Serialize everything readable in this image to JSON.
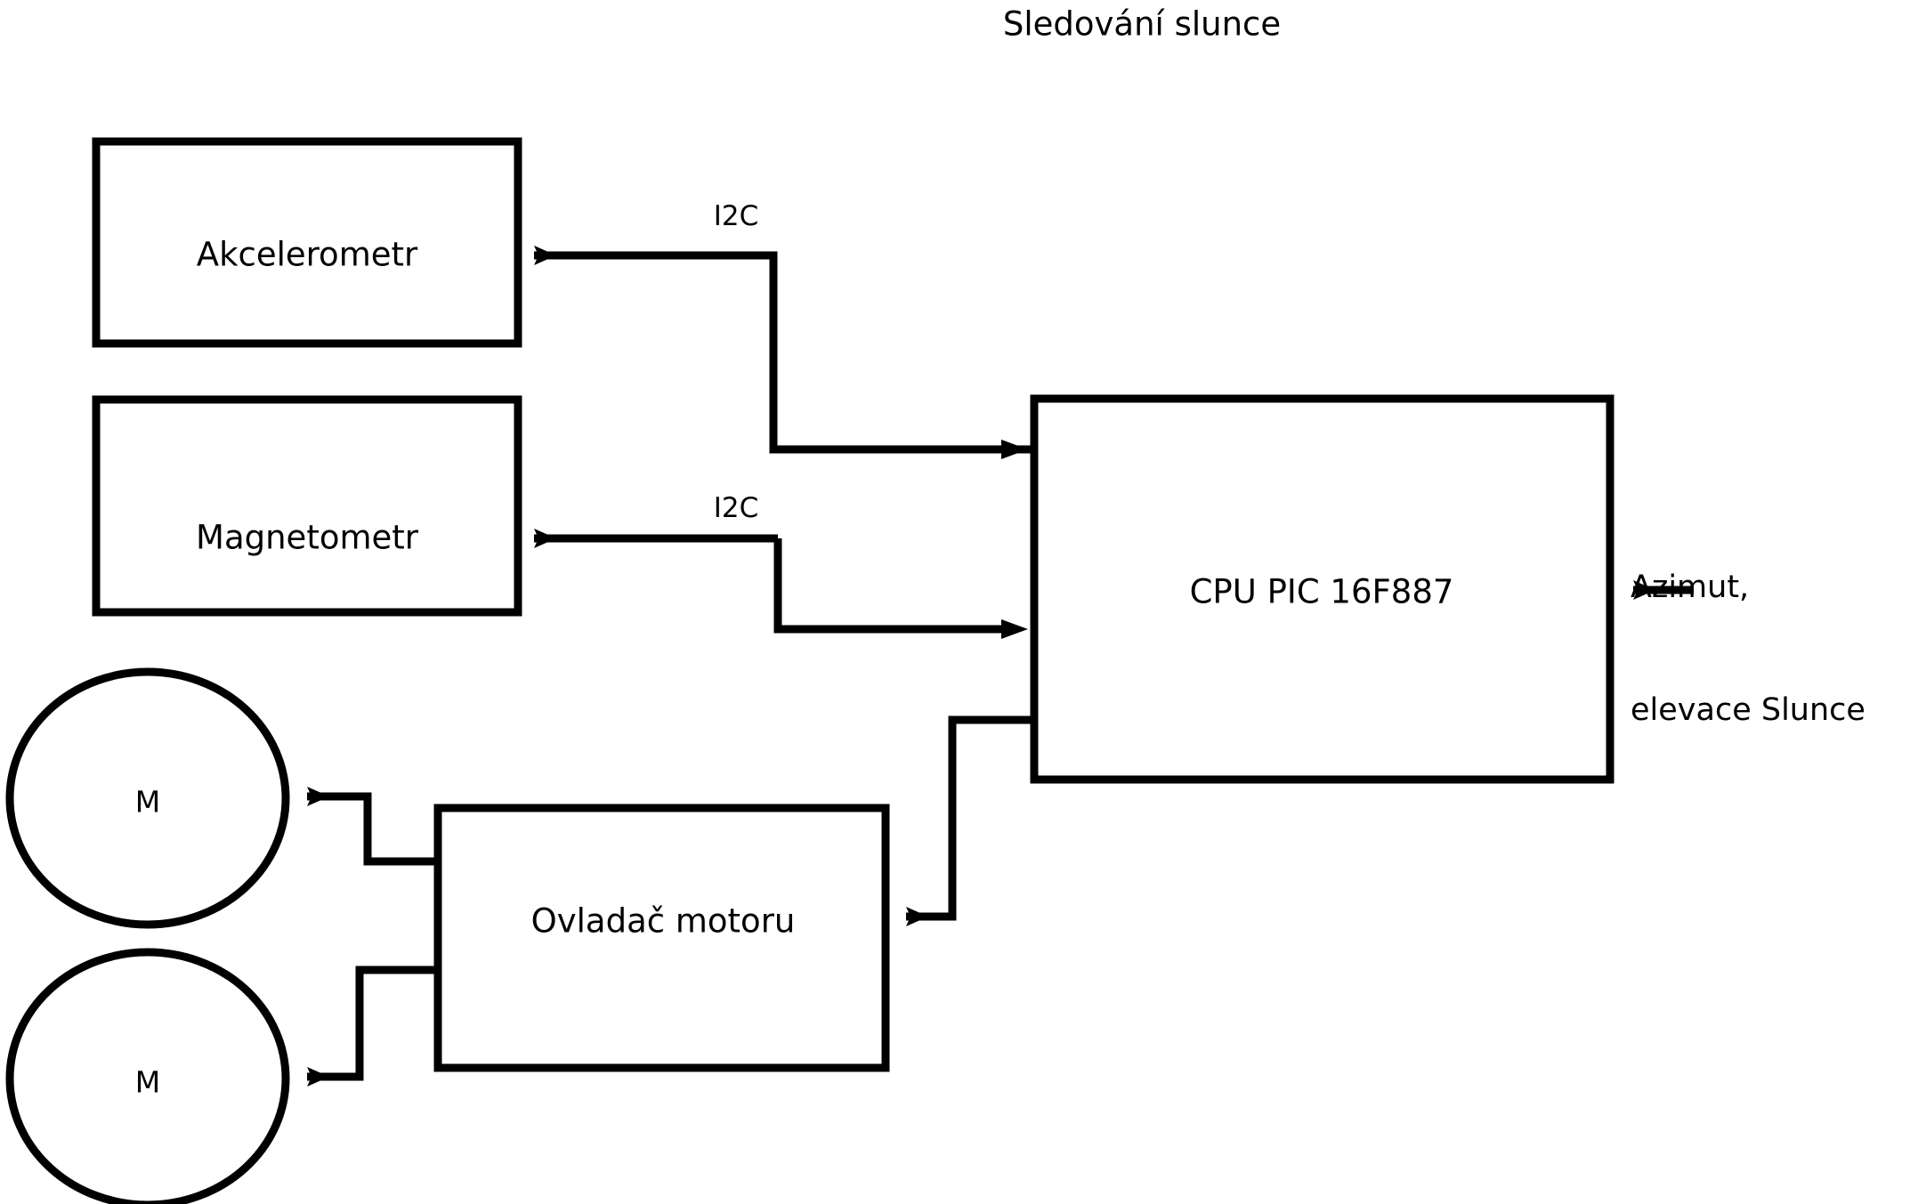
{
  "diagram": {
    "title": "Sledování slunce",
    "stroke_color": "#000000",
    "background_color": "#ffffff",
    "nodes": {
      "accelerometer": {
        "label": "Akcelerometr",
        "shape": "rectangle"
      },
      "magnetometer": {
        "label": "Magnetometr",
        "shape": "rectangle"
      },
      "cpu": {
        "label": "CPU PIC 16F887",
        "shape": "rectangle"
      },
      "motor_driver": {
        "label": "Ovladač motoru",
        "shape": "rectangle"
      },
      "motor_top": {
        "label": "M",
        "shape": "ellipse"
      },
      "motor_bottom": {
        "label": "M",
        "shape": "ellipse"
      }
    },
    "edge_labels": {
      "i2c_accelerometer": "I2C",
      "i2c_magnetometer": "I2C"
    },
    "external_input": {
      "line1": "Azimut,",
      "line2": "elevace Slunce"
    }
  }
}
